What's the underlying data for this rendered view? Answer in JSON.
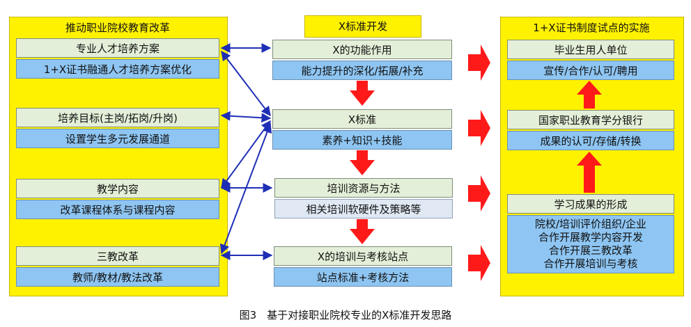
{
  "left_panel": {
    "title": "推动职业院校教育改革",
    "groups": [
      {
        "top": "专业人才培养方案",
        "bottom": "1+X证书融通人才培养方案优化"
      },
      {
        "top": "培养目标(主岗/拓岗/升岗)",
        "bottom": "设置学生多元发展通道"
      },
      {
        "top": "教学内容",
        "bottom": "改革课程体系与课程内容"
      },
      {
        "top": "三教改革",
        "bottom": "教师/教材/教法改革"
      }
    ]
  },
  "middle": {
    "title": "X标准开发",
    "groups": [
      {
        "top": "X的功能作用",
        "bottom": "能力提升的深化/拓展/补充"
      },
      {
        "top": "X标准",
        "bottom": "素养+知识+技能"
      },
      {
        "top": "培训资源与方法",
        "bottom": "相关培训软硬件及策略等"
      },
      {
        "top": "X的培训与考核站点",
        "bottom": "站点标准+考核方法"
      }
    ]
  },
  "right_panel": {
    "title": "1+X证书制度试点的实施",
    "groups": [
      {
        "top": "毕业生用人单位",
        "bottom": "宣传/合作/认可/聘用"
      },
      {
        "top": "国家职业教育学分银行",
        "bottom": "成果的认可/存储/转换"
      },
      {
        "top": "学习成果的形成",
        "bottom_lines": [
          "院校/培训评价组织/企业",
          "合作开展教学内容开发",
          "合作开展三教改革",
          "合作开展培训与考核"
        ]
      }
    ]
  },
  "caption": "图3　基于对接职业院校专业的X标准开发思路",
  "colors": {
    "panel": "#fff200",
    "green_box": "#e3efd8",
    "blue_box": "#8ec5f2",
    "arrow_red": "#ff1a1a",
    "arrow_blue": "#1f2fb5"
  }
}
